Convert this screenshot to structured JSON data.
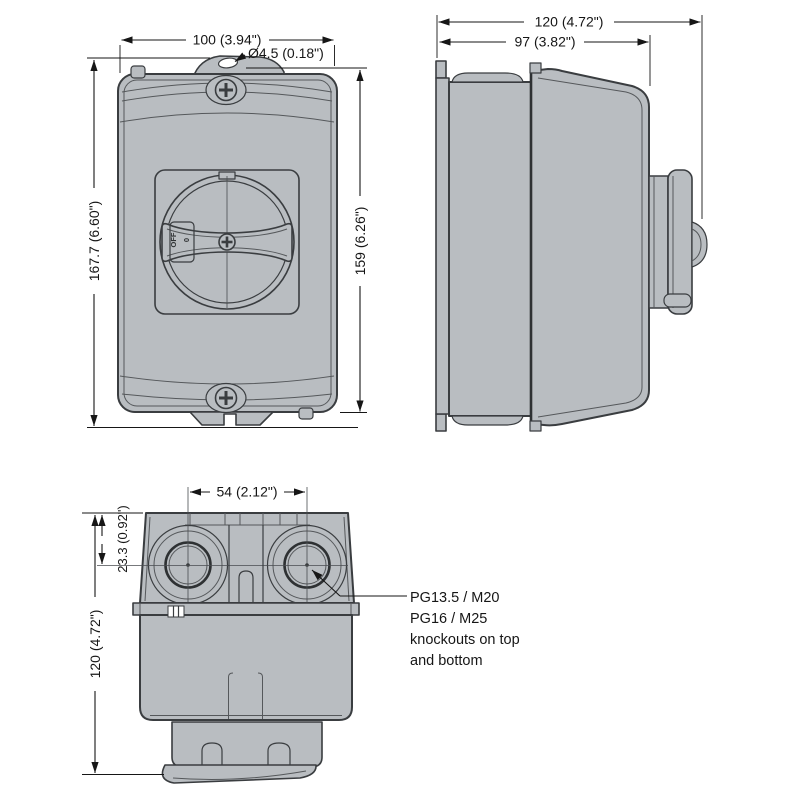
{
  "drawing_type": "enclosed rotary switch dimensional drawing",
  "views": {
    "front": {
      "dims": {
        "width": "100 (3.94\")",
        "hole": "Ø4.5 (0.18\")",
        "overall_height": "167.7 (6.60\")",
        "body_height": "159 (6.26\")"
      },
      "switch": {
        "off": "OFF",
        "zero": "0"
      }
    },
    "side": {
      "dims": {
        "overall_depth": "120 (4.72\")",
        "body_depth": "97 (3.82\")"
      }
    },
    "bottom": {
      "dims": {
        "knockout_spacing": "54 (2.12\")",
        "knockout_offset": "23.3 (0.92\")",
        "depth": "120 (4.72\")"
      },
      "callout": {
        "line1": "PG13.5 / M20",
        "line2": "PG16 / M25",
        "line3": "knockouts on top",
        "line4": "and bottom"
      }
    }
  },
  "colors": {
    "background": "#ffffff",
    "body_fill": "#b9bdc1",
    "outline": "#3a3d40",
    "dimension": "#161616"
  }
}
